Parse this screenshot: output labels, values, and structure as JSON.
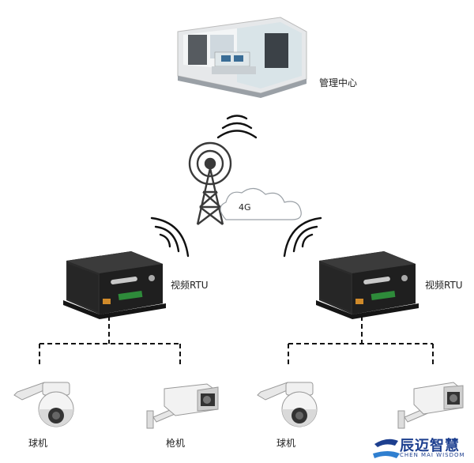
{
  "labels": {
    "center": "管理中心",
    "network": "4G",
    "rtu_left": "视频RTU",
    "rtu_right": "视频RTU",
    "dome_left": "球机",
    "bullet_left": "枪机",
    "dome_right": "球机"
  },
  "logo": {
    "name": "辰迈智慧",
    "tagline": "CHEN MAI WISDOM",
    "color": "#1d3f8f"
  },
  "colors": {
    "device_body": "#2b2b2b",
    "connector": "#2e8b3a",
    "wire": "#111111"
  }
}
